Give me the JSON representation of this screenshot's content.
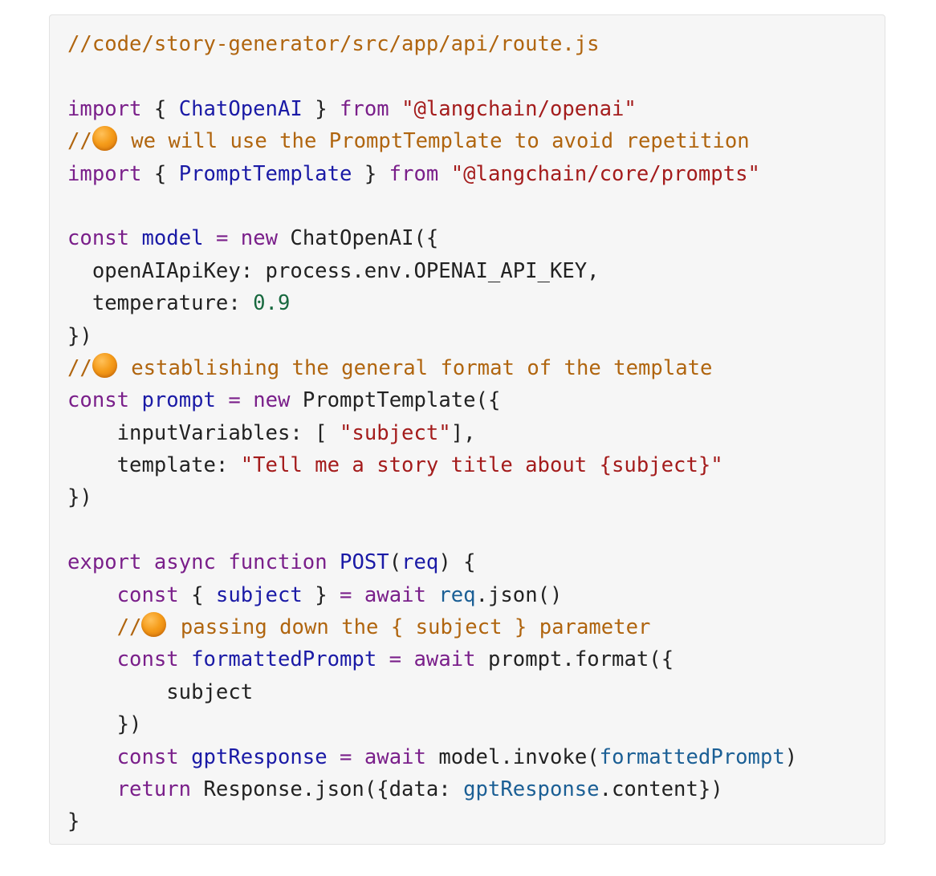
{
  "colors": {
    "background": "#f6f6f6",
    "border": "#e2e2e2",
    "plain": "#222222",
    "keyword": "#7a1f8a",
    "definition": "#1a1aa6",
    "string": "#a41c1c",
    "comment": "#b0650f",
    "number": "#18693f",
    "variable": "#1b5f95",
    "emoji": "#f59c1a"
  },
  "code": {
    "language": "javascript",
    "lines": [
      [
        {
          "t": "comment",
          "v": "//code/story-generator/src/app/api/route.js"
        }
      ],
      [],
      [
        {
          "t": "keyword",
          "v": "import"
        },
        {
          "t": "plain",
          "v": " { "
        },
        {
          "t": "def",
          "v": "ChatOpenAI"
        },
        {
          "t": "plain",
          "v": " } "
        },
        {
          "t": "keyword",
          "v": "from"
        },
        {
          "t": "plain",
          "v": " "
        },
        {
          "t": "string",
          "v": "\"@langchain/openai\""
        }
      ],
      [
        {
          "t": "comment",
          "v": "//"
        },
        {
          "t": "emoji",
          "v": "orange-circle-emoji"
        },
        {
          "t": "comment",
          "v": " we will use the PromptTemplate to avoid repetition"
        }
      ],
      [
        {
          "t": "keyword",
          "v": "import"
        },
        {
          "t": "plain",
          "v": " { "
        },
        {
          "t": "def",
          "v": "PromptTemplate"
        },
        {
          "t": "plain",
          "v": " } "
        },
        {
          "t": "keyword",
          "v": "from"
        },
        {
          "t": "plain",
          "v": " "
        },
        {
          "t": "string",
          "v": "\"@langchain/core/prompts\""
        }
      ],
      [],
      [
        {
          "t": "keyword",
          "v": "const"
        },
        {
          "t": "plain",
          "v": " "
        },
        {
          "t": "def",
          "v": "model"
        },
        {
          "t": "plain",
          "v": " "
        },
        {
          "t": "keyword",
          "v": "="
        },
        {
          "t": "plain",
          "v": " "
        },
        {
          "t": "keyword",
          "v": "new"
        },
        {
          "t": "plain",
          "v": " ChatOpenAI({"
        }
      ],
      [
        {
          "t": "plain",
          "v": "  openAIApiKey: process.env.OPENAI_API_KEY,"
        }
      ],
      [
        {
          "t": "plain",
          "v": "  temperature: "
        },
        {
          "t": "number",
          "v": "0.9"
        }
      ],
      [
        {
          "t": "plain",
          "v": "})"
        }
      ],
      [
        {
          "t": "comment",
          "v": "//"
        },
        {
          "t": "emoji",
          "v": "orange-circle-emoji"
        },
        {
          "t": "comment",
          "v": " establishing the general format of the template"
        }
      ],
      [
        {
          "t": "keyword",
          "v": "const"
        },
        {
          "t": "plain",
          "v": " "
        },
        {
          "t": "def",
          "v": "prompt"
        },
        {
          "t": "plain",
          "v": " "
        },
        {
          "t": "keyword",
          "v": "="
        },
        {
          "t": "plain",
          "v": " "
        },
        {
          "t": "keyword",
          "v": "new"
        },
        {
          "t": "plain",
          "v": " PromptTemplate({"
        }
      ],
      [
        {
          "t": "plain",
          "v": "    inputVariables: [ "
        },
        {
          "t": "string",
          "v": "\"subject\""
        },
        {
          "t": "plain",
          "v": "],"
        }
      ],
      [
        {
          "t": "plain",
          "v": "    template: "
        },
        {
          "t": "string",
          "v": "\"Tell me a story title about {subject}\""
        }
      ],
      [
        {
          "t": "plain",
          "v": "})"
        }
      ],
      [],
      [
        {
          "t": "keyword",
          "v": "export"
        },
        {
          "t": "plain",
          "v": " "
        },
        {
          "t": "keyword",
          "v": "async"
        },
        {
          "t": "plain",
          "v": " "
        },
        {
          "t": "keyword",
          "v": "function"
        },
        {
          "t": "plain",
          "v": " "
        },
        {
          "t": "def",
          "v": "POST"
        },
        {
          "t": "plain",
          "v": "("
        },
        {
          "t": "def",
          "v": "req"
        },
        {
          "t": "plain",
          "v": ") {"
        }
      ],
      [
        {
          "t": "plain",
          "v": "    "
        },
        {
          "t": "keyword",
          "v": "const"
        },
        {
          "t": "plain",
          "v": " { "
        },
        {
          "t": "def",
          "v": "subject"
        },
        {
          "t": "plain",
          "v": " } "
        },
        {
          "t": "keyword",
          "v": "="
        },
        {
          "t": "plain",
          "v": " "
        },
        {
          "t": "keyword",
          "v": "await"
        },
        {
          "t": "plain",
          "v": " "
        },
        {
          "t": "var",
          "v": "req"
        },
        {
          "t": "plain",
          "v": ".json()"
        }
      ],
      [
        {
          "t": "plain",
          "v": "    "
        },
        {
          "t": "comment",
          "v": "//"
        },
        {
          "t": "emoji",
          "v": "orange-circle-emoji"
        },
        {
          "t": "comment",
          "v": " passing down the { subject } parameter"
        }
      ],
      [
        {
          "t": "plain",
          "v": "    "
        },
        {
          "t": "keyword",
          "v": "const"
        },
        {
          "t": "plain",
          "v": " "
        },
        {
          "t": "def",
          "v": "formattedPrompt"
        },
        {
          "t": "plain",
          "v": " "
        },
        {
          "t": "keyword",
          "v": "="
        },
        {
          "t": "plain",
          "v": " "
        },
        {
          "t": "keyword",
          "v": "await"
        },
        {
          "t": "plain",
          "v": " prompt.format({"
        }
      ],
      [
        {
          "t": "plain",
          "v": "        subject"
        }
      ],
      [
        {
          "t": "plain",
          "v": "    })"
        }
      ],
      [
        {
          "t": "plain",
          "v": "    "
        },
        {
          "t": "keyword",
          "v": "const"
        },
        {
          "t": "plain",
          "v": " "
        },
        {
          "t": "def",
          "v": "gptResponse"
        },
        {
          "t": "plain",
          "v": " "
        },
        {
          "t": "keyword",
          "v": "="
        },
        {
          "t": "plain",
          "v": " "
        },
        {
          "t": "keyword",
          "v": "await"
        },
        {
          "t": "plain",
          "v": " model.invoke("
        },
        {
          "t": "var",
          "v": "formattedPrompt"
        },
        {
          "t": "plain",
          "v": ")"
        }
      ],
      [
        {
          "t": "plain",
          "v": "    "
        },
        {
          "t": "keyword",
          "v": "return"
        },
        {
          "t": "plain",
          "v": " Response.json({data: "
        },
        {
          "t": "var",
          "v": "gptResponse"
        },
        {
          "t": "plain",
          "v": ".content})"
        }
      ],
      [
        {
          "t": "plain",
          "v": "}"
        }
      ]
    ]
  }
}
